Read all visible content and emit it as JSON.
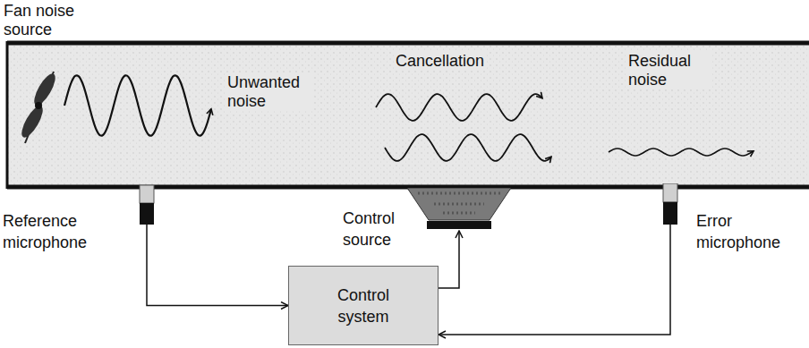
{
  "diagram": {
    "nodes": [
      {
        "text": [
          "Reference microphone"
        ]
      },
      {
        "text": [
          "Control source"
        ]
      },
      {
        "text": [
          "Error microphone"
        ]
      },
      {
        "text": [
          "Control system"
        ]
      }
    ],
    "edges": [
      {
        "from": 0,
        "to": 3,
        "arrow": "to"
      },
      {
        "from": 3,
        "to": 1,
        "arrow": "to"
      },
      {
        "from": 2,
        "to": 3,
        "arrow": "to"
      }
    ],
    "labels": [
      "Fan noise source",
      "Unwanted noise",
      "Cancellation",
      "Residual noise"
    ]
  }
}
